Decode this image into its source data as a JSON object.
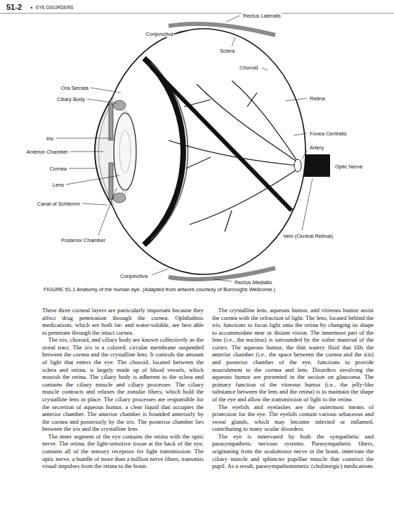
{
  "diagram": {
    "caption": "FIGURE 51-1 Anatomy of the human eye. (Adapted from artwork courtesy of Burroughs Wellcome.)",
    "labels": [
      "51-2",
      "EYE DISORDERS",
      "Conjunctiva",
      "Rectus Lateralis",
      "Sclera",
      "Choroid",
      "Ora Serrata",
      "Ciliary Body",
      "Retina",
      "Fovea Centralis",
      "Iris",
      "Artery",
      "Anterior Chamber",
      "Optic Nerve",
      "Cornea",
      "Lens",
      "Canal of Schlemm",
      "Vein (Central Retinal)",
      "Posterior Chamber",
      "Conjunctiva",
      "Rectus Medialis",
      "These three corneal layers are particularly important because they affect drug penetration through the cornea. Ophthalmic medications, which are both fat- and water-soluble, are best able to penetrate through the intact cornea.",
      "The iris, choroid, and ciliary body are known collectively as the uveal tract. The iris is a colored, circular membrane suspended between the cornea and the crystalline lens. It controls the amount of light that enters the eye. The choroid, located between the sclera and retina, is largely made up of blood vessels, which nourish the retina. The ciliary body is adherent to the sclera and contains the ciliary muscle and ciliary processes. The ciliary muscle contracts and relaxes the zonular fibers, which hold the crystalline lens in place. The ciliary processes are responsible for the secretion of aqueous humor, a clear liquid that occupies the anterior chamber. The anterior chamber is bounded anteriorly by the cornea and posteriorly by the iris. The posterior chamber lies between the iris and the crystalline lens.",
      "The inner segment of the eye contains the retina with the optic nerve. The retina, the light-sensitive tissue at the back of the eye, contains all of the sensory receptors for light transmission. The optic nerve, a bundle of more than a million nerve fibers, transmits visual impulses from the retina to the brain.",
      "The crystalline lens, aqueous humor, and vitreous humor assist the cornea with the refraction of light. The lens, located behind the iris, functions to focus light onto the retina by changing its shape to accommodate near or distant vision. The innermost part of the lens (i.e., the nucleus) is surrounded by the softer material of the cortex. The aqueous humor, the thin watery fluid that fills the anterior chamber (i.e., the space between the cornea and the iris) and posterior chamber of the eye, functions to provide nourishment to the cornea and lens. Disorders involving the aqueous humor are presented in the section on glaucoma. The primary function of the vitreous humor (i.e., the jelly-like substance between the lens and the retina) is to maintain the shape of the eye and allow the transmission of light to the retina.",
      "The eyelids and eyelashes are the outermost means of protection for the eye. The eyelids contain various sebaceous and sweat glands, which may become infected or inflamed, contributing to many ocular disorders.",
      "The eye is innervated by both the sympathetic and parasympathetic nervous systems. Parasympathetic fibers, originating from the oculomotor nerve in the brain, innervate the ciliary muscle and sphincter pupillae muscle that constrict the pupil. As a result, parasympathomimetic (cholinergic) medications"
    ]
  }
}
